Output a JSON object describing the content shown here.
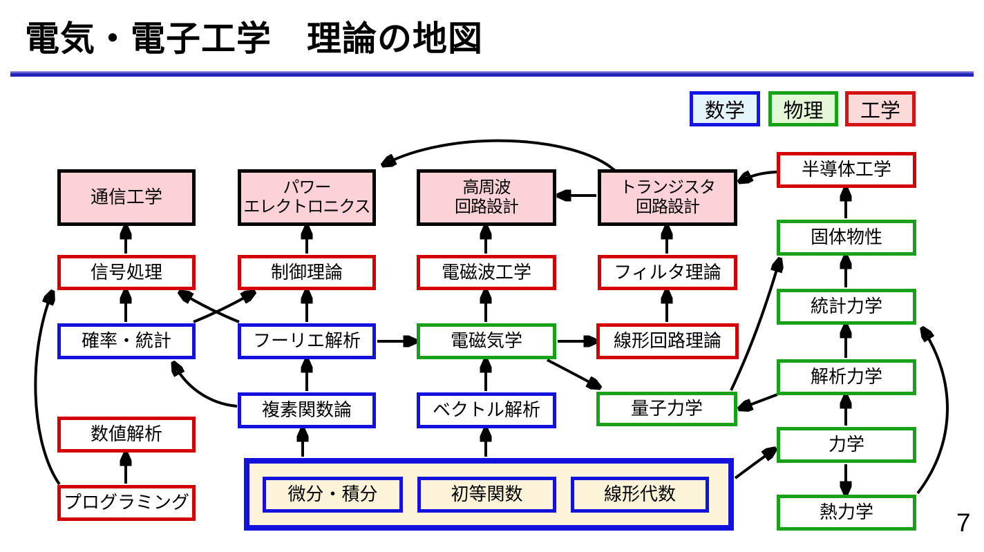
{
  "page": {
    "title": "電気・電子工学　理論の地図",
    "page_number": "7"
  },
  "legend": {
    "math": "数学",
    "physics": "物理",
    "engineering": "工学"
  },
  "nodes": {
    "tsushin_kogaku": "通信工学",
    "power_electronics": "パワー\nエレクトロニクス",
    "koshuha_kairo": "高周波\n回路設計",
    "transistor_kairo": "トランジスタ\n回路設計",
    "handotai_kogaku": "半導体工学",
    "shingo_shori": "信号処理",
    "seigyo_riron": "制御理論",
    "denjiha_kogaku": "電磁波工学",
    "filter_riron": "フィルタ理論",
    "kotai_bussei": "固体物性",
    "kakuritsu_tokei": "確率・統計",
    "fourier_kaiseki": "フーリエ解析",
    "denjikigaku": "電磁気学",
    "senkei_kairo_riron": "線形回路理論",
    "tokei_rikigaku": "統計力学",
    "fukuso_kansuron": "複素関数論",
    "vector_kaiseki": "ベクトル解析",
    "ryoshi_rikigaku": "量子力学",
    "kaiseki_rikigaku": "解析力学",
    "suchi_kaiseki": "数値解析",
    "rikigaku": "力学",
    "programming": "プログラミング",
    "netsu_rikigaku": "熱力学",
    "bibun_sekibun": "微分・積分",
    "shoto_kansu": "初等関数",
    "senkei_daisu": "線形代数"
  },
  "colors": {
    "math_blue_border": "#1212dc",
    "physics_green_border": "#18a018",
    "engineering_red_border": "#d40000",
    "applied_box_border": "#000000",
    "applied_box_fill": "#fcd2d7",
    "legend_math_fill": "#e3f4fc",
    "legend_physics_fill": "#e4f8d8",
    "legend_engineering_fill": "#fbdada",
    "foundation_fill": "#fdf3d9",
    "divider_blue": "#1c1cb0",
    "arrow_color": "#000000"
  },
  "edges": [
    [
      "kakuritsu_tokei",
      "shingo_shori"
    ],
    [
      "kakuritsu_tokei",
      "seigyo_riron"
    ],
    [
      "fourier_kaiseki",
      "shingo_shori"
    ],
    [
      "fourier_kaiseki",
      "seigyo_riron"
    ],
    [
      "fourier_kaiseki",
      "denjikigaku"
    ],
    [
      "shingo_shori",
      "tsushin_kogaku"
    ],
    [
      "seigyo_riron",
      "power_electronics"
    ],
    [
      "denjikigaku",
      "denjiha_kogaku"
    ],
    [
      "denjiha_kogaku",
      "koshuha_kairo"
    ],
    [
      "denjikigaku",
      "senkei_kairo_riron"
    ],
    [
      "senkei_kairo_riron",
      "filter_riron"
    ],
    [
      "filter_riron",
      "transistor_kairo"
    ],
    [
      "transistor_kairo",
      "koshuha_kairo"
    ],
    [
      "transistor_kairo",
      "power_electronics"
    ],
    [
      "handotai_kogaku",
      "transistor_kairo"
    ],
    [
      "kotai_bussei",
      "handotai_kogaku"
    ],
    [
      "tokei_rikigaku",
      "kotai_bussei"
    ],
    [
      "kaiseki_rikigaku",
      "tokei_rikigaku"
    ],
    [
      "ryoshi_rikigaku",
      "kotai_bussei"
    ],
    [
      "kaiseki_rikigaku",
      "ryoshi_rikigaku"
    ],
    [
      "rikigaku",
      "kaiseki_rikigaku"
    ],
    [
      "rikigaku",
      "netsu_rikigaku"
    ],
    [
      "netsu_rikigaku",
      "tokei_rikigaku"
    ],
    [
      "denjikigaku",
      "ryoshi_rikigaku"
    ],
    [
      "fukuso_kansuron",
      "fourier_kaiseki"
    ],
    [
      "fukuso_kansuron",
      "kakuritsu_tokei"
    ],
    [
      "vector_kaiseki",
      "denjikigaku"
    ],
    [
      "math_foundation_group",
      "fukuso_kansuron"
    ],
    [
      "math_foundation_group",
      "vector_kaiseki"
    ],
    [
      "math_foundation_group",
      "rikigaku"
    ],
    [
      "programming",
      "suchi_kaiseki"
    ],
    [
      "programming",
      "shingo_shori"
    ]
  ]
}
